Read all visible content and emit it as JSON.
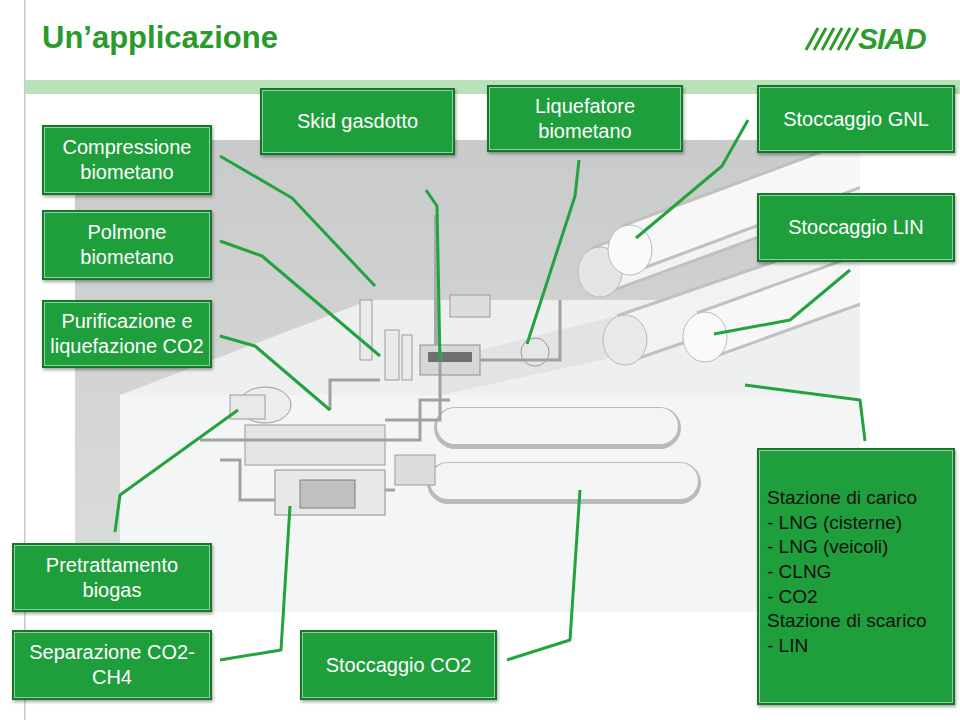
{
  "diagram": {
    "title": "Un’applicazione",
    "nodes": [
      {
        "text": [
          "Compressione biometano"
        ]
      },
      {
        "text": [
          "Polmone biometano"
        ]
      },
      {
        "text": [
          "Skid gasdotto"
        ]
      },
      {
        "text": [
          "Liquefatore biometano"
        ]
      },
      {
        "text": [
          "Stoccaggio GNL"
        ]
      },
      {
        "text": [
          "Stoccaggio LIN"
        ]
      },
      {
        "text": [
          "Purificazione e liquefazione CO2"
        ]
      },
      {
        "text": [
          "Pretrattamento biogas"
        ]
      },
      {
        "text": [
          "Separazione CO2-CH4"
        ]
      },
      {
        "text": [
          "Stoccaggio CO2"
        ]
      },
      {
        "text": [
          "Stazione di carico",
          "- LNG (cisterne)",
          "- LNG (veicoli)",
          "- CLNG",
          "- CO2",
          "Stazione di scarico",
          "- LIN"
        ]
      }
    ],
    "labels": [
      "SIAD"
    ]
  }
}
